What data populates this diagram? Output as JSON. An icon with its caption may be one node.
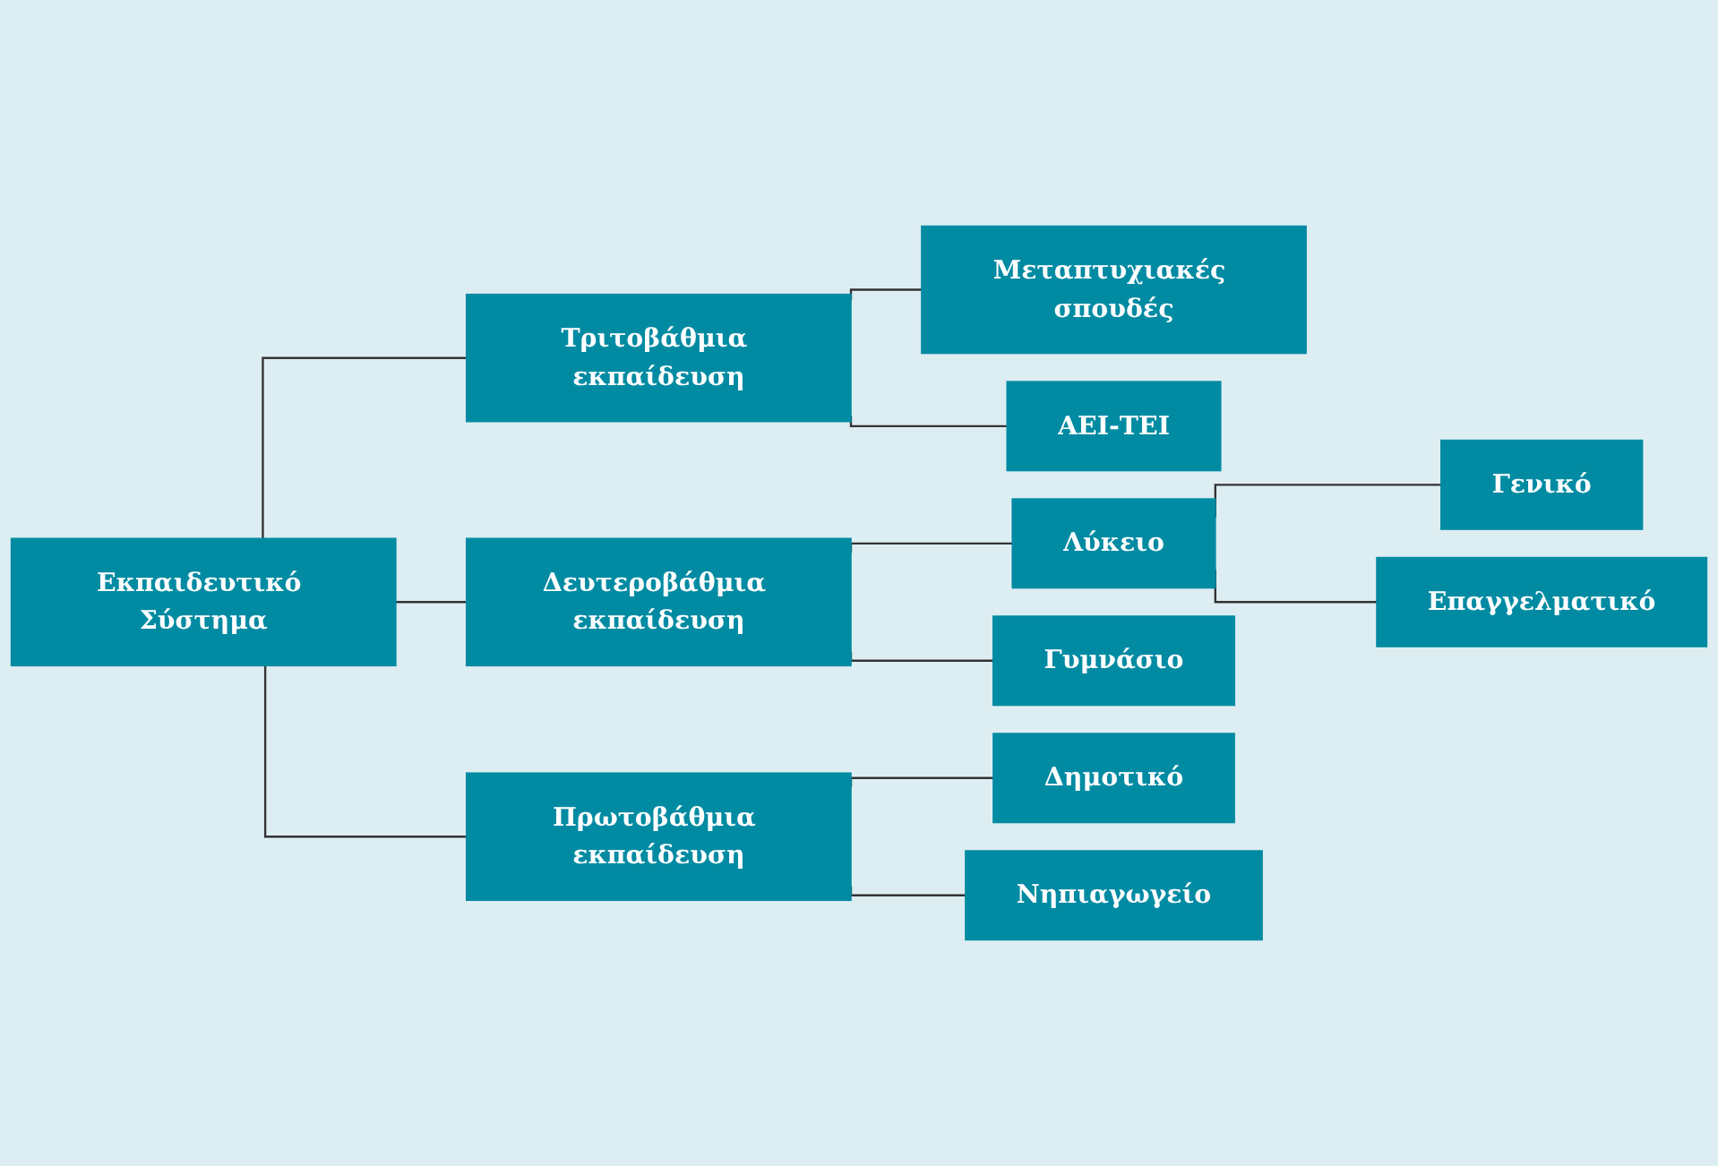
{
  "diagram": {
    "nodes": [
      {
        "text": [
          "Εκπαιδευτικό Σύστημα"
        ]
      },
      {
        "text": [
          "Τριτοβάθμια εκπαίδευση"
        ]
      },
      {
        "text": [
          "Μεταπτυχιακές σπουδές"
        ]
      },
      {
        "text": [
          "ΑΕΙ-ΤΕΙ"
        ]
      },
      {
        "text": [
          "Δευτεροβάθμια εκπαίδευση"
        ]
      },
      {
        "text": [
          "Λύκειο"
        ]
      },
      {
        "text": [
          "Γενικό"
        ]
      },
      {
        "text": [
          "Επαγγελματικό"
        ]
      },
      {
        "text": [
          "Γυμνάσιο"
        ]
      },
      {
        "text": [
          "Πρωτοβάθμια εκπαίδευση"
        ]
      },
      {
        "text": [
          "Δημοτικό"
        ]
      },
      {
        "text": [
          "Νηπιαγωγείο"
        ]
      }
    ],
    "edges": [
      {
        "from": 0,
        "to": 1,
        "arrow": "none"
      },
      {
        "from": 0,
        "to": 4,
        "arrow": "none"
      },
      {
        "from": 0,
        "to": 9,
        "arrow": "none"
      },
      {
        "from": 1,
        "to": 2,
        "arrow": "none"
      },
      {
        "from": 1,
        "to": 3,
        "arrow": "none"
      },
      {
        "from": 4,
        "to": 5,
        "arrow": "none"
      },
      {
        "from": 4,
        "to": 8,
        "arrow": "none"
      },
      {
        "from": 5,
        "to": 6,
        "arrow": "none"
      },
      {
        "from": 5,
        "to": 7,
        "arrow": "none"
      },
      {
        "from": 9,
        "to": 10,
        "arrow": "none"
      },
      {
        "from": 9,
        "to": 11,
        "arrow": "none"
      }
    ]
  }
}
